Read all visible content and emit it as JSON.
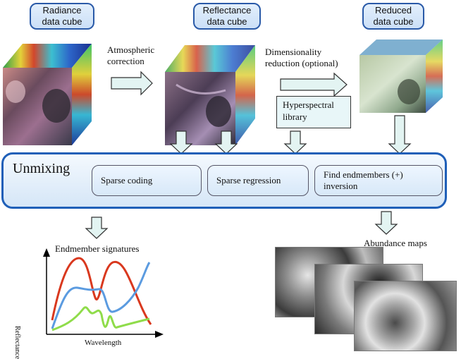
{
  "cubes": {
    "radiance": "Radiance\ndata cube",
    "reflectance": "Reflectance\ndata cube",
    "reduced": "Reduced\ndata cube"
  },
  "steps": {
    "atmospheric": "Atmospheric\ncorrection",
    "dimensionality": "Dimensionality\nreduction  (optional)"
  },
  "library": "Hyperspectral\nlibrary",
  "unmixing": {
    "title": "Unmixing",
    "methods": [
      "Sparse coding",
      "Sparse regression",
      "Find endmembers (+)\ninversion"
    ]
  },
  "signatures": {
    "title": "Endmember signatures",
    "xlabel": "Wavelength",
    "ylabel": "Reflectance"
  },
  "abundance": {
    "title": "Abundance maps"
  },
  "colors": {
    "panel_border": "#1f5fb8",
    "arrow_fill": "#e3f4f2",
    "curve_red": "#d9381e",
    "curve_blue": "#5b9be0",
    "curve_green": "#8fdc4a"
  }
}
